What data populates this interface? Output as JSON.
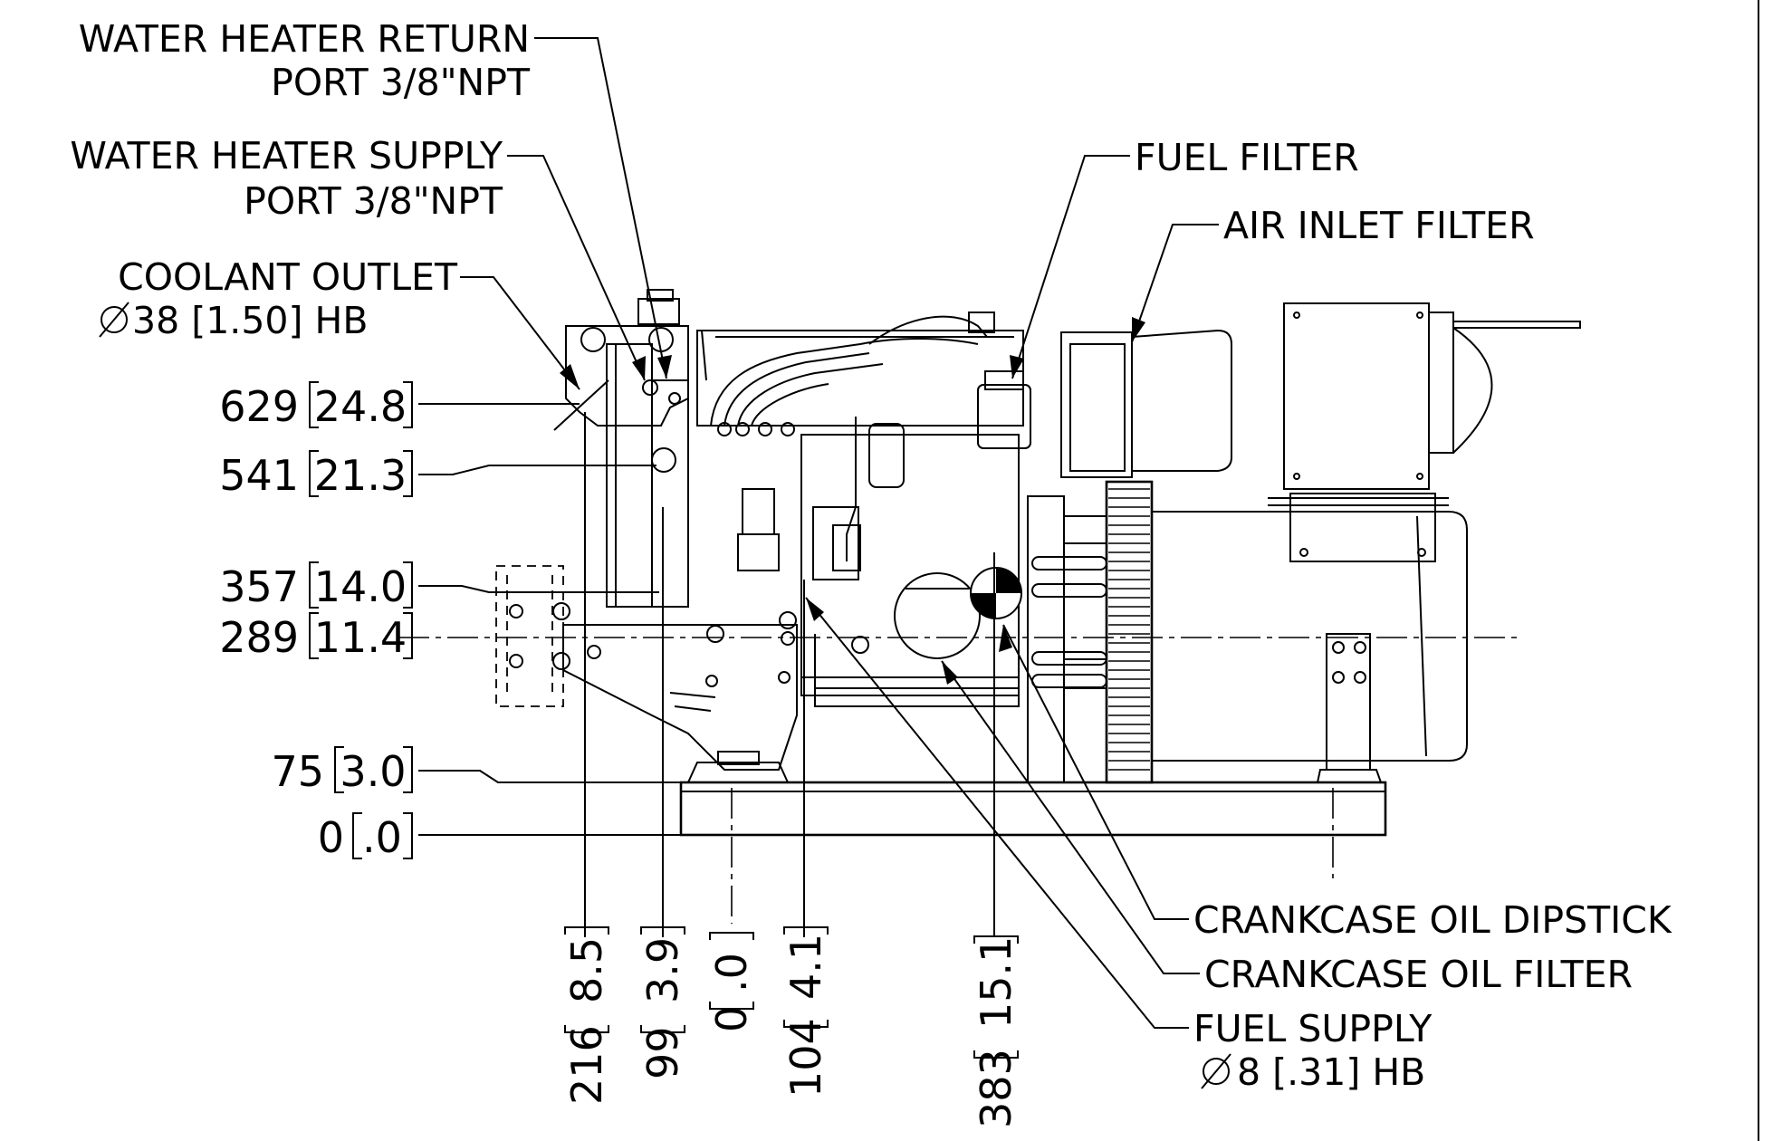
{
  "callouts": {
    "water_heater_return": [
      "WATER HEATER RETURN",
      "PORT 3/8\"NPT"
    ],
    "water_heater_supply": [
      "WATER HEATER SUPPLY",
      "PORT 3/8\"NPT"
    ],
    "coolant_outlet": [
      "COOLANT OUTLET",
      "38 [1.50] HB"
    ],
    "fuel_filter": "FUEL FILTER",
    "air_inlet_filter": "AIR INLET FILTER",
    "crankcase_oil_dipstick": "CRANKCASE OIL DIPSTICK",
    "crankcase_oil_filter": "CRANKCASE OIL FILTER",
    "fuel_supply": [
      "FUEL SUPPLY",
      "8 [.31] HB"
    ]
  },
  "vertical_dims": [
    {
      "mm": "629",
      "inch": "24.8"
    },
    {
      "mm": "541",
      "inch": "21.3"
    },
    {
      "mm": "357",
      "inch": "14.0"
    },
    {
      "mm": "289",
      "inch": "11.4"
    },
    {
      "mm": "75",
      "inch": "3.0"
    },
    {
      "mm": "0",
      "inch": ".0"
    }
  ],
  "horizontal_dims": [
    {
      "mm": "216",
      "inch": "8.5"
    },
    {
      "mm": "99",
      "inch": "3.9"
    },
    {
      "mm": "0",
      "inch": ".0"
    },
    {
      "mm": "104",
      "inch": "4.1"
    },
    {
      "mm": "383",
      "inch": "15.1"
    }
  ]
}
